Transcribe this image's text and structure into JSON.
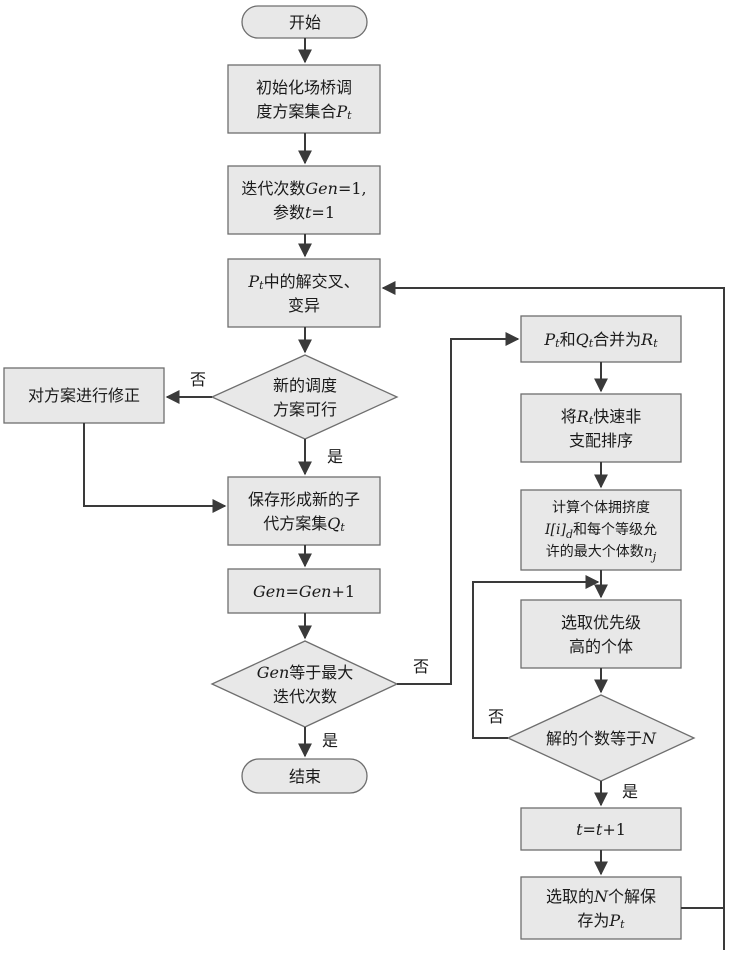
{
  "nodes": {
    "start": [
      "开始"
    ],
    "init": [
      "初始化场桥调",
      "度方案集合P_t"
    ],
    "params": [
      "迭代次数Gen=1,",
      "参数t=1"
    ],
    "crossover": [
      "P_t中的解交叉、",
      "变异"
    ],
    "feasible": [
      "新的调度",
      "方案可行"
    ],
    "correct": [
      "对方案进行修正"
    ],
    "save": [
      "保存形成新的子",
      "代方案集Q_t"
    ],
    "gen_inc": [
      "Gen=Gen+1"
    ],
    "gen_max": [
      "Gen等于最大",
      "迭代次数"
    ],
    "end": [
      "结束"
    ],
    "merge": [
      "P_t和Q_t合并为R_t"
    ],
    "sort": [
      "将R_t快速非",
      "支配排序"
    ],
    "crowd": [
      "计算个体拥挤度",
      "I[i]_d和每个等级允",
      "许的最大个体数n_j"
    ],
    "select": [
      "选取优先级",
      "高的个体"
    ],
    "count": [
      "解的个数等于N"
    ],
    "t_inc": [
      "t=t+1"
    ],
    "store": [
      "选取的N个解保",
      "存为P_t"
    ]
  },
  "labels": {
    "feasible_no": "否",
    "feasible_yes": "是",
    "gen_max_no": "否",
    "gen_max_yes": "是",
    "count_no": "否",
    "count_yes": "是"
  }
}
